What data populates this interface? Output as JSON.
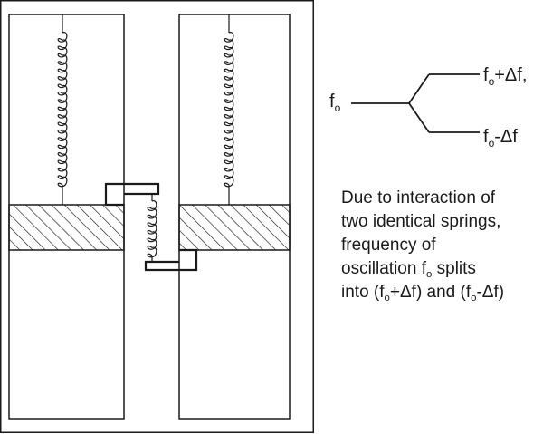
{
  "labels": {
    "fo": "f",
    "fo_sub": "o",
    "upper_sub": "o",
    "upper_rest": "+Δf,",
    "lower_sub": "o",
    "lower_rest": "-Δf"
  },
  "description": {
    "line1": "Due to interaction of",
    "line2": "two identical springs,",
    "line3": "frequency of",
    "line4_a": "oscillation f",
    "line4_sub": "o",
    "line4_b": " splits",
    "line5_a": "into (f",
    "line5_sub1": "o",
    "line5_b": "+Δf) and (f",
    "line5_sub2": "o",
    "line5_c": "-Δf)"
  }
}
